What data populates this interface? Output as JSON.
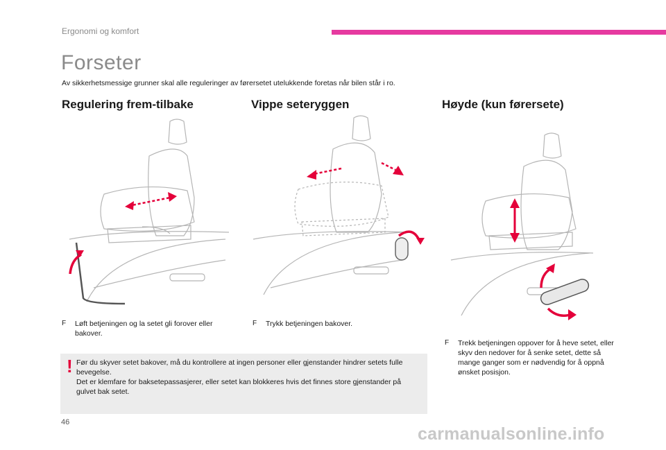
{
  "header": {
    "section_title": "Ergonomi og komfort",
    "accent_color": "#e63aa0"
  },
  "page": {
    "title": "Forseter",
    "intro": "Av sikkerhetsmessige grunner skal alle reguleringer av førersetet utelukkende foretas når bilen står i ro.",
    "number": "46"
  },
  "columns": [
    {
      "heading": "Regulering frem-tilbake",
      "bullet": "Løft betjeningen og la setet gli forover eller bakover."
    },
    {
      "heading": "Vippe seteryggen",
      "bullet": "Trykk betjeningen bakover."
    },
    {
      "heading": "Høyde (kun førersete)",
      "bullet": "Trekk betjeningen oppover for å heve setet, eller skyv den nedover for å senke setet, dette så mange ganger som er nødvendig for å oppnå ønsket posisjon."
    }
  ],
  "bullet_marker": "F",
  "warning": {
    "icon": "!",
    "line1": "Før du skyver setet bakover, må du kontrollere at ingen personer eller gjenstander hindrer setets fulle bevegelse.",
    "line2": "Det er klemfare for baksetepassasjerer, eller setet kan blokkeres hvis det finnes store gjenstander på gulvet bak setet.",
    "color": "#e4003a"
  },
  "watermark": "carmanualsonline.info",
  "icons": {
    "arrow_color": "#e4003a"
  }
}
